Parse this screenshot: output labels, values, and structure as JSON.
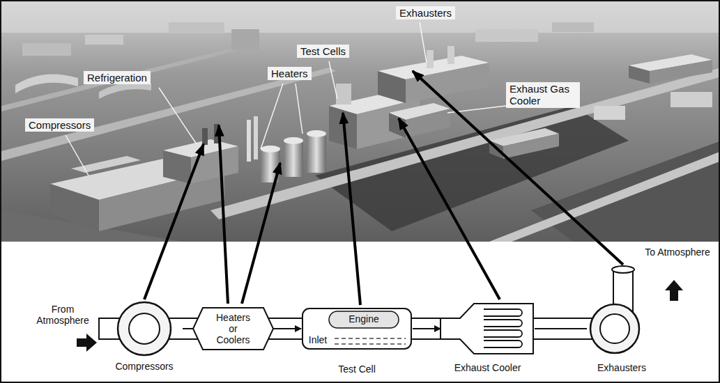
{
  "diagram": {
    "nodes": [
      {
        "text": [
          "Compressors"
        ]
      },
      {
        "text": [
          "Heaters or Coolers"
        ]
      },
      {
        "text": [
          "Engine",
          "Inlet",
          "Test Cell"
        ]
      },
      {
        "text": [
          "Exhaust Cooler"
        ]
      },
      {
        "text": [
          "Exhausters"
        ]
      }
    ],
    "edges": [
      {
        "from": 0,
        "to": 1,
        "arrow": "none"
      },
      {
        "from": 1,
        "to": 2,
        "arrow": "to"
      },
      {
        "from": 2,
        "to": 3,
        "arrow": "to"
      },
      {
        "from": 3,
        "to": 4,
        "arrow": "none"
      }
    ],
    "labels": [
      "Compressors",
      "Refrigeration",
      "Heaters",
      "Test Cells",
      "Exhausters",
      "Exhaust Gas Cooler",
      "From Atmosphere",
      "To Atmosphere"
    ]
  }
}
